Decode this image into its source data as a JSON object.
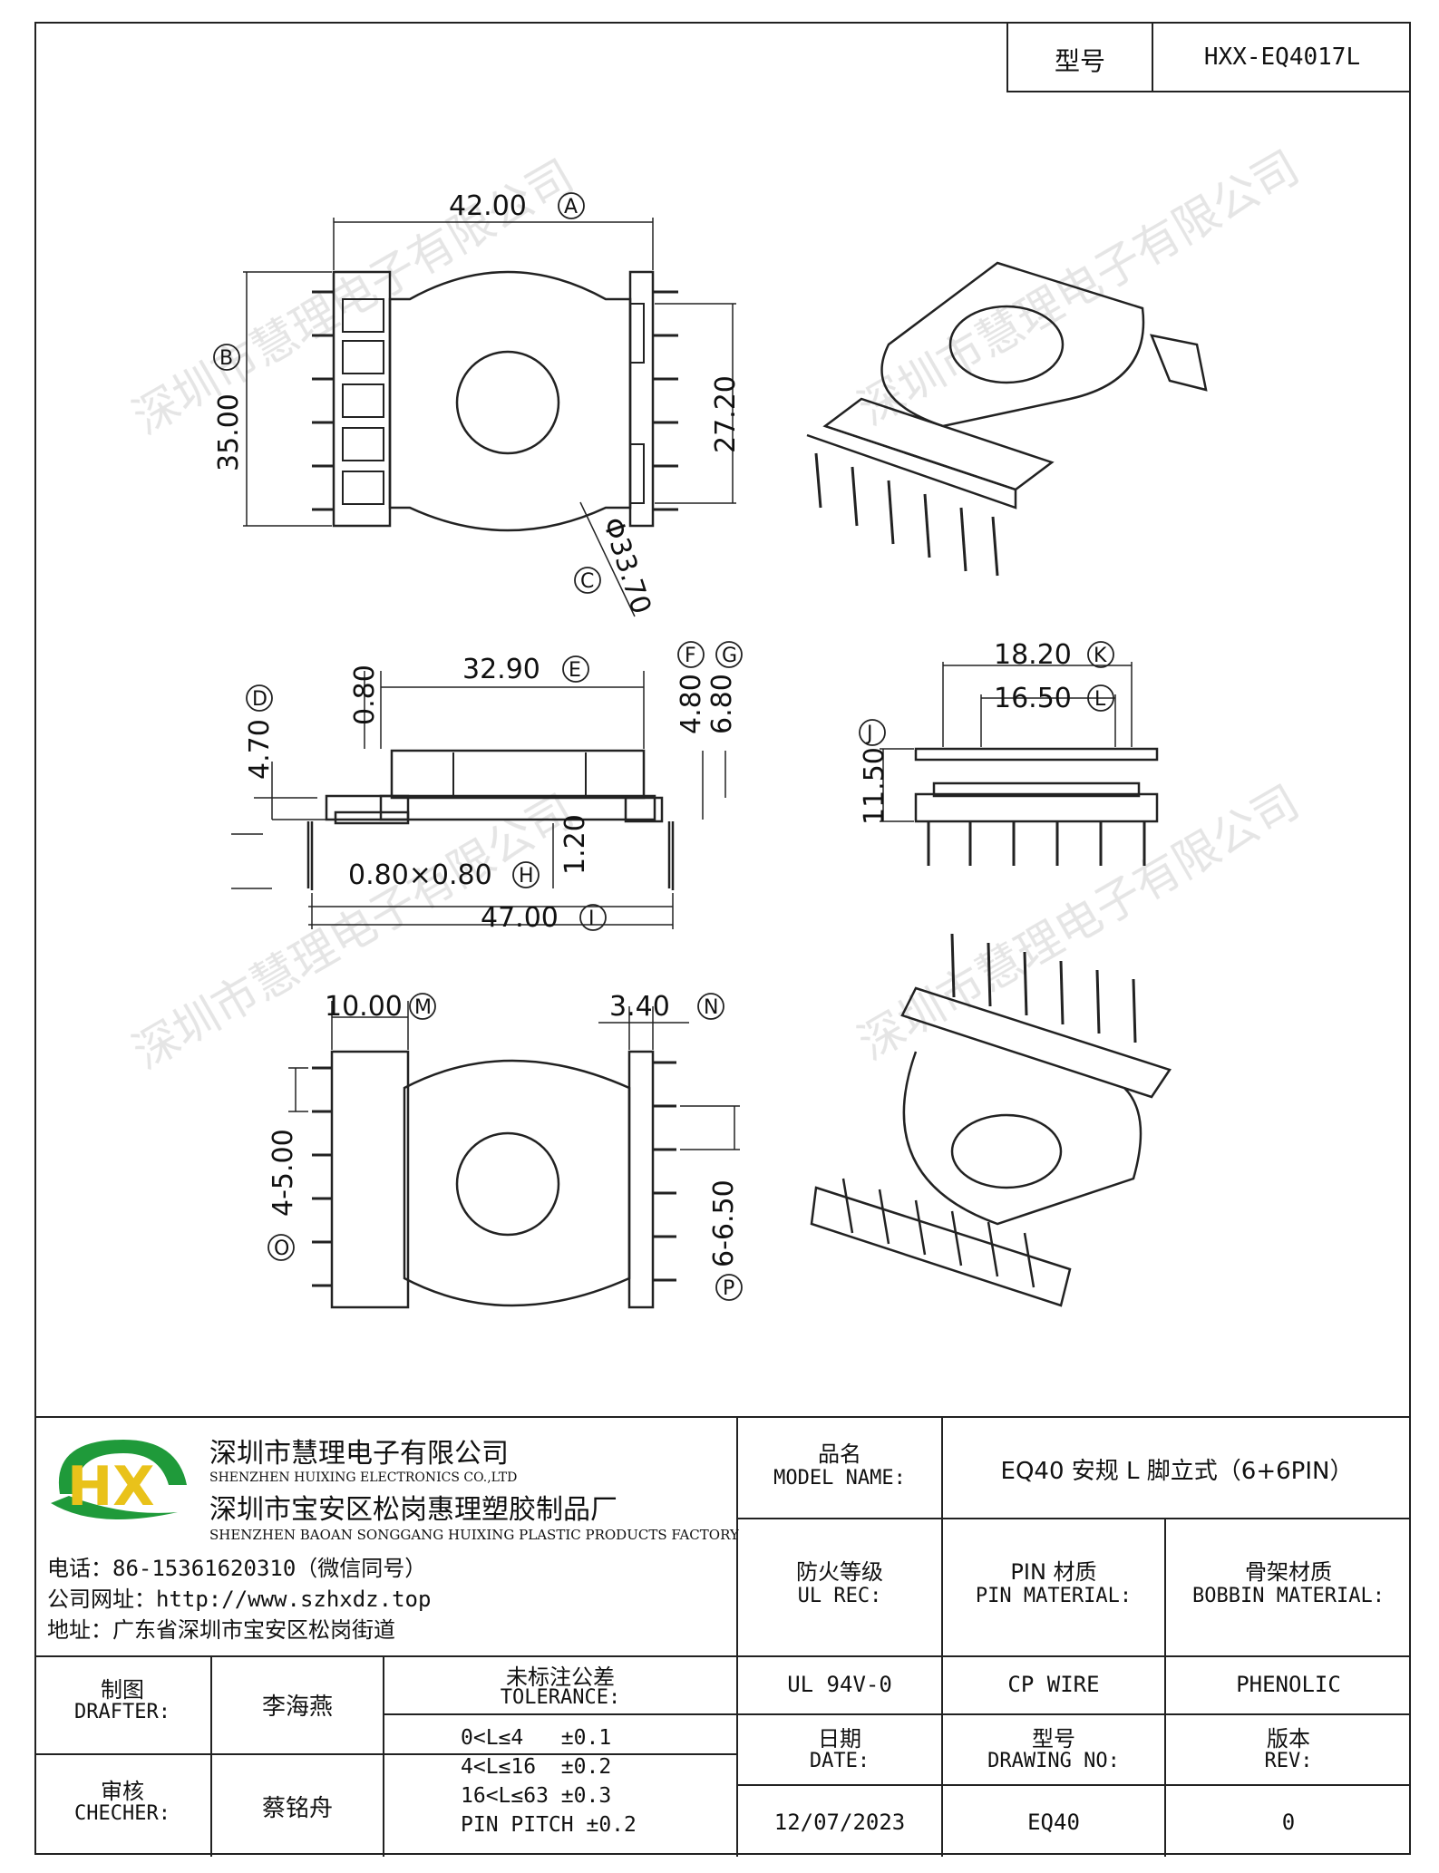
{
  "title_block": {
    "model_label": "型号",
    "model_value": "HXX-EQ4017L"
  },
  "dimensions": {
    "A": "42.00",
    "A_tag": "A",
    "B": "35.00",
    "B_tag": "B",
    "C": "Φ33.70",
    "C_tag": "C",
    "d2720": "27.20",
    "E": "32.90",
    "E_tag": "E",
    "d080": "0.80",
    "F": "4.80",
    "F_tag": "F",
    "G": "6.80",
    "G_tag": "G",
    "D": "4.70",
    "D_tag": "D",
    "d120": "1.20",
    "H": "0.80×0.80",
    "H_tag": "H",
    "I": "47.00",
    "I_tag": "I",
    "K": "18.20",
    "K_tag": "K",
    "L": "16.50",
    "L_tag": "L",
    "J": "11.50",
    "J_tag": "J",
    "M": "10.00",
    "M_tag": "M",
    "N": "3.40",
    "N_tag": "N",
    "O": "4-5.00",
    "O_tag": "O",
    "P": "6-6.50",
    "P_tag": "P"
  },
  "watermark": "深圳市慧理电子有限公司",
  "company": {
    "logo_text": "HX",
    "name_cn1": "深圳市慧理电子有限公司",
    "name_en1": "SHENZHEN HUIXING ELECTRONICS CO.,LTD",
    "name_cn2": "深圳市宝安区松岗惠理塑胶制品厂",
    "name_en2": "SHENZHEN BAOAN SONGGANG HUIXING PLASTIC PRODUCTS FACTORY",
    "phone": "电话：86-15361620310（微信同号）",
    "website": "公司网址：http://www.szhxdz.top",
    "address": "地址：广东省深圳市宝安区松岗街道"
  },
  "fields": {
    "model_name_cn": "品名",
    "model_name_en": "MODEL NAME:",
    "model_name_value": "EQ40 安规 L 脚立式（6+6PIN）",
    "ul_cn": "防火等级",
    "ul_en": "UL REC:",
    "ul_value": "UL 94V-0",
    "pin_cn": "PIN 材质",
    "pin_en": "PIN MATERIAL:",
    "pin_value": "CP WIRE",
    "bobbin_cn": "骨架材质",
    "bobbin_en": "BOBBIN MATERIAL:",
    "bobbin_value": "PHENOLIC",
    "drafter_cn": "制图",
    "drafter_en": "DRAFTER:",
    "drafter_value": "李海燕",
    "checker_cn": "审核",
    "checker_en": "CHECHER:",
    "checker_value": "蔡铭舟",
    "tol_cn": "未标注公差",
    "tol_en": "TOLERANCE:",
    "tol_lines": [
      "0<L≤4   ±0.1",
      "4<L≤16  ±0.2",
      "16<L≤63 ±0.3",
      "PIN PITCH ±0.2"
    ],
    "date_cn": "日期",
    "date_en": "DATE:",
    "date_value": "12/07/2023",
    "drawing_cn": "型号",
    "drawing_en": "DRAWING NO:",
    "drawing_value": "EQ40",
    "rev_cn": "版本",
    "rev_en": "REV:",
    "rev_value": "0"
  },
  "colors": {
    "logo_green": "#1f9a3a",
    "logo_yellow": "#e9c21a",
    "line": "#222222"
  }
}
